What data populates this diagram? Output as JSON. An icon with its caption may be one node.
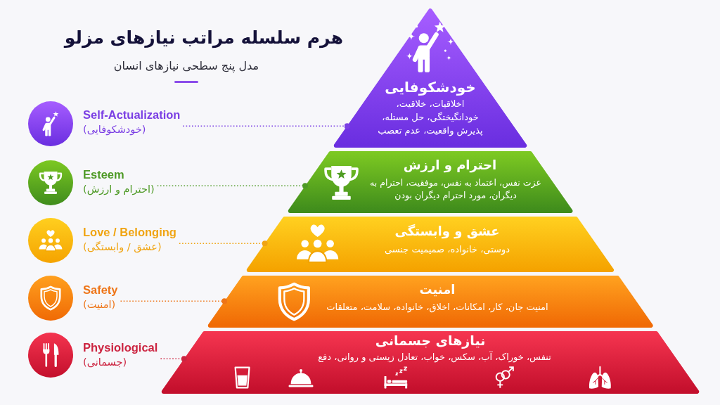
{
  "diagram": {
    "title": "هرم سلسله مراتب نیازهای مزلو",
    "nodes": [
      {
        "text": [
          "خودشکوفایی",
          "اخلاقیات، خلاقیت، خودانگیختگی، حل مستله، پذیرش واقعیت، عدم تعصب"
        ]
      },
      {
        "text": [
          "احترام و ارزش",
          "عزت نفس، اعتماد به نفس، موفقیت، احترام به دیگران، مورد احترام دیگران بودن"
        ]
      },
      {
        "text": [
          "عشق و وابستگی",
          "دوستی، خانواده، صمیمیت جنسی"
        ]
      },
      {
        "text": [
          "امنیت",
          "امنیت جان، کار، امکانات، اخلاق، خانواده، سلامت، متعلقات"
        ]
      },
      {
        "text": [
          "نیازهای جسمانی",
          "تنفس، خوراک، آب، سکس، خواب، تعادل زیستی و روانی، دفع"
        ]
      },
      {
        "text": [
          "Self-Actualization",
          "(خودشکوفایی)"
        ]
      },
      {
        "text": [
          "Esteem",
          "(احترام و ارزش)"
        ]
      },
      {
        "text": [
          "Love / Belonging",
          "(عشق / وابستگی)"
        ]
      },
      {
        "text": [
          "Safety",
          "(امنیت)"
        ]
      },
      {
        "text": [
          "Physiological",
          "(جسمانی)"
        ]
      }
    ],
    "edges": [
      {
        "from": 5,
        "to": 0,
        "arrow": "other",
        "style": "dashed",
        "color": "#7b3fe4"
      },
      {
        "from": 6,
        "to": 1,
        "arrow": "other",
        "style": "dashed",
        "color": "#4e9a26"
      },
      {
        "from": 7,
        "to": 2,
        "arrow": "other",
        "style": "dashed",
        "color": "#f0a412"
      },
      {
        "from": 8,
        "to": 3,
        "arrow": "other",
        "style": "dashed",
        "color": "#ee7518"
      },
      {
        "from": 9,
        "to": 4,
        "arrow": "other",
        "style": "dashed",
        "color": "#cc2440"
      }
    ],
    "labels": [
      "مدل پنج سطحی نیازهای انسان"
    ]
  }
}
